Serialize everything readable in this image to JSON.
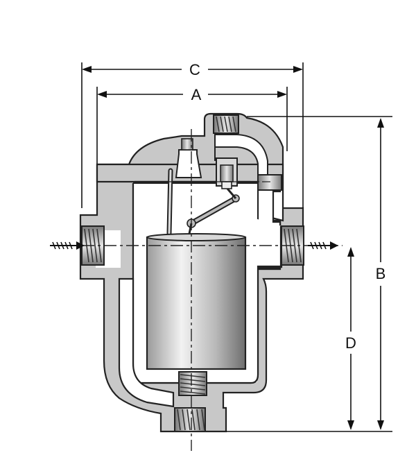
{
  "labels": {
    "dim_c": "C",
    "dim_a": "A",
    "dim_b": "B",
    "dim_d": "D"
  },
  "colors": {
    "body": "#c8c8c8",
    "outline": "#222222",
    "background": "#ffffff"
  }
}
